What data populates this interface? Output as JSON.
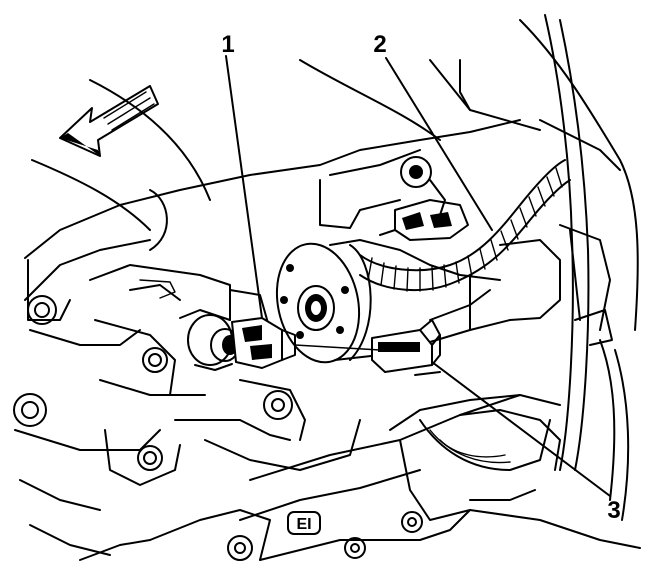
{
  "callouts": [
    {
      "id": "1",
      "label": "1"
    },
    {
      "id": "2",
      "label": "2"
    },
    {
      "id": "3",
      "label": "3"
    }
  ],
  "stamp_text": "EI",
  "colors": {
    "line": "#000000",
    "background": "#ffffff"
  }
}
